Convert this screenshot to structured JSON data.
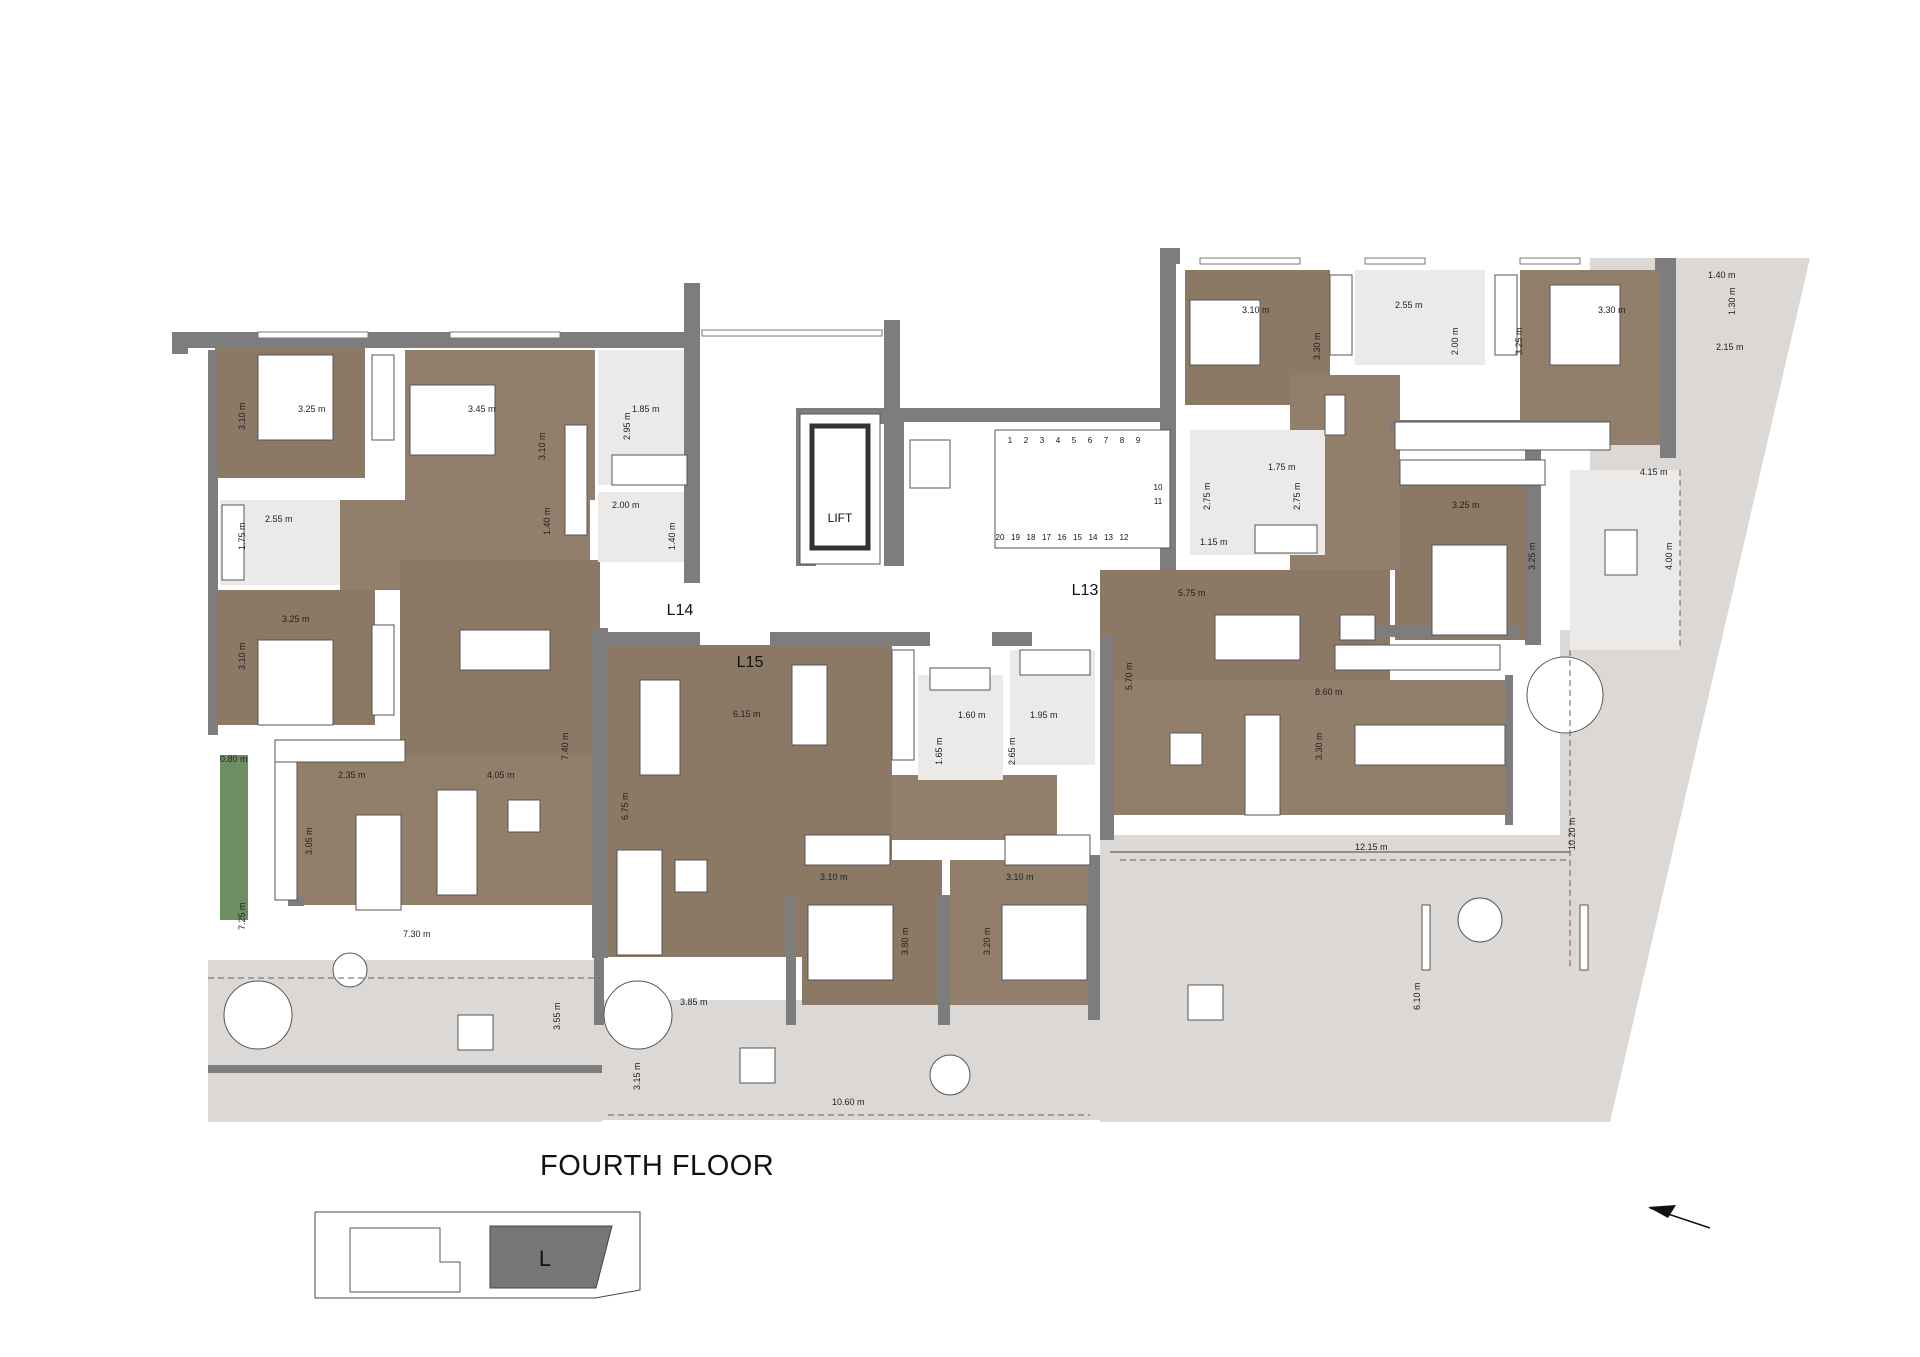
{
  "title": "FOURTH FLOOR",
  "key_plan": {
    "letter": "L"
  },
  "core": {
    "lift": "LIFT",
    "stair_top": [
      "1",
      "2",
      "3",
      "4",
      "5",
      "6",
      "7",
      "8",
      "9"
    ],
    "stair_right": [
      "10",
      "11"
    ],
    "stair_bottom": [
      "20",
      "19",
      "18",
      "17",
      "16",
      "15",
      "14",
      "13",
      "12"
    ]
  },
  "units": [
    "L14",
    "L15",
    "L13"
  ],
  "dims": {
    "a": "3.25 m",
    "b": "3.10 m",
    "c": "3.45 m",
    "d": "3.10 m",
    "e": "1.85 m",
    "f": "2.95 m",
    "g": "2.55 m",
    "h": "1.75 m",
    "i": "2.00 m",
    "j": "1.40 m",
    "k": "1.40 m",
    "l": "3.25 m",
    "m": "3.10 m",
    "n": "0.80 m",
    "o": "2.35 m",
    "p": "4.05 m",
    "q": "3.05 m",
    "r": "7.40 m",
    "s": "7.25 m",
    "t": "7.30 m",
    "u": "3.55 m",
    "v": "6.15 m",
    "w": "6.75 m",
    "x": "1.60 m",
    "y": "1.65 m",
    "z": "1.95 m",
    "aa": "2.65 m",
    "ab": "3.10 m",
    "ac": "3.10 m",
    "ad": "3.80 m",
    "ae": "3.20 m",
    "af": "3.85 m",
    "ag": "3.15 m",
    "ah": "10.60 m",
    "ai": "3.10 m",
    "aj": "3.30 m",
    "ak": "2.55 m",
    "al": "2.00 m",
    "am": "3.30 m",
    "an": "3.25 m",
    "ao": "1.40 m",
    "ap": "1.30 m",
    "aq": "2.15 m",
    "ar": "1.75 m",
    "as": "2.75 m",
    "at": "2.75 m",
    "au": "1.15 m",
    "av": "4.15 m",
    "aw": "3.25 m",
    "ax": "3.25 m",
    "ay": "4.00 m",
    "az": "5.75 m",
    "ba": "5.70 m",
    "bb": "8.60 m",
    "bc": "3.30 m",
    "bd": "12.15 m",
    "be": "10.20 m",
    "bf": "6.10 m"
  }
}
